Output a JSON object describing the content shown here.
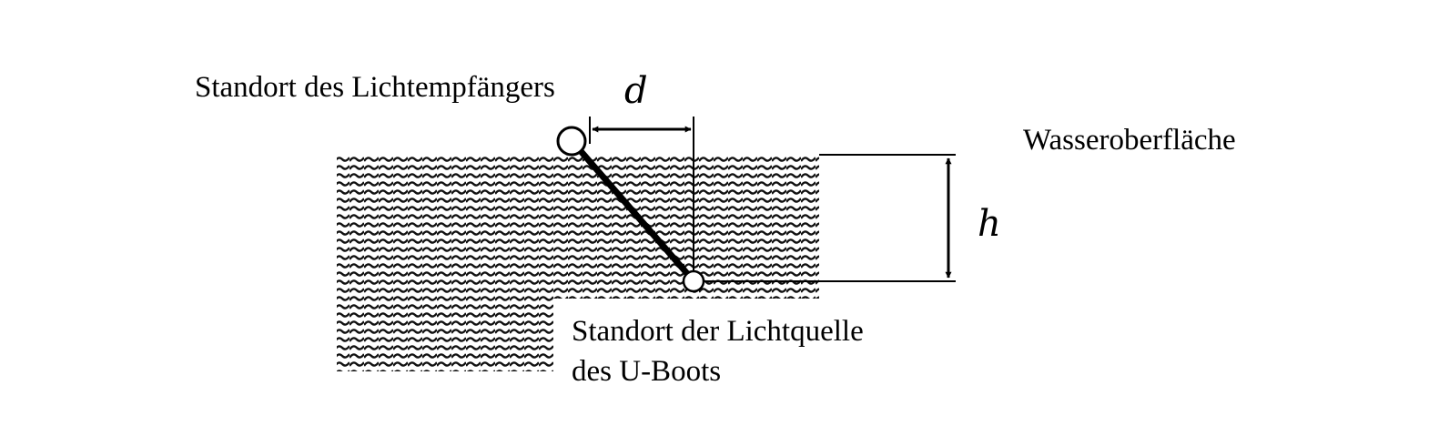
{
  "labels": {
    "receiver": "Standort des Lichtempfängers",
    "surface": "Wasseroberfläche",
    "source_line1": "Standort der Lichtquelle",
    "source_line2": "des U-Boots"
  },
  "variables": {
    "d": "d",
    "h": "h"
  },
  "colors": {
    "ink": "#000000",
    "background": "#ffffff"
  }
}
